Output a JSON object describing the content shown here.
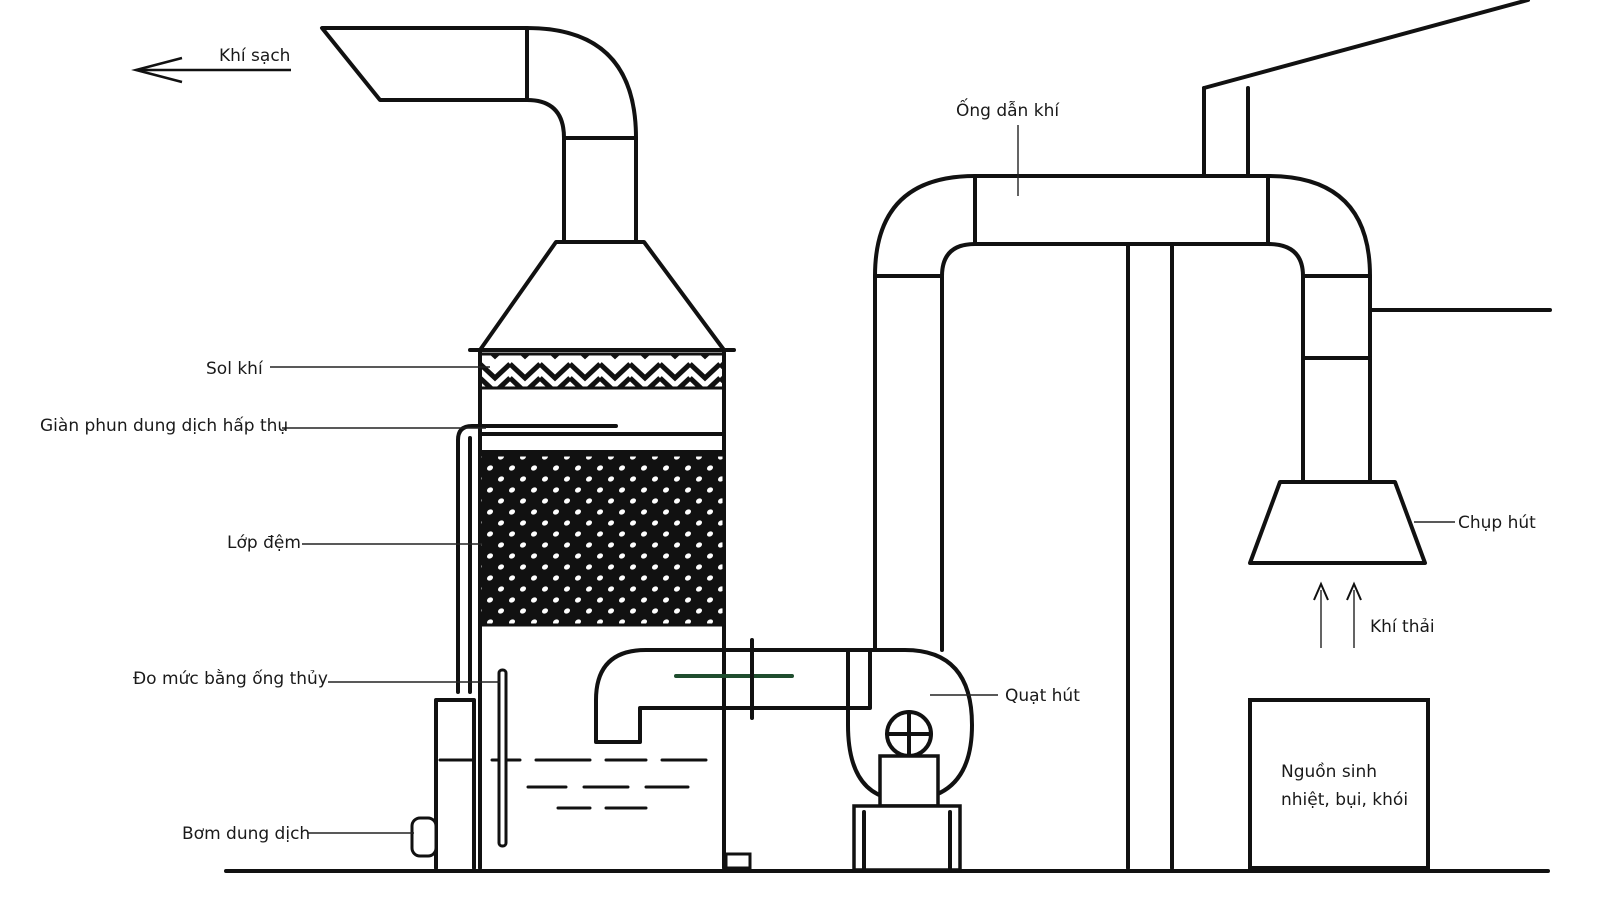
{
  "labels": {
    "clean_air": "Khí sạch",
    "aerosol": "Sol khí",
    "spray": "Giàn phun dung dịch hấp thụ",
    "packing": "Lớp đệm",
    "level_gauge": "Đo mức bằng ống thủy",
    "pump": "Bơm dung dịch",
    "duct": "Ống dẫn khí",
    "fan": "Quạt hút",
    "hood": "Chụp hút",
    "exhaust": "Khí thải",
    "source_line1": "Nguồn sinh",
    "source_line2": "nhiệt, bụi, khói"
  },
  "colors": {
    "line": "#111111",
    "packing_fill": "#111111",
    "pipe_accent": "#1f4d2e"
  },
  "icons": [
    "arrow-left-icon",
    "arrow-up-icon",
    "fan-wheel-icon"
  ]
}
